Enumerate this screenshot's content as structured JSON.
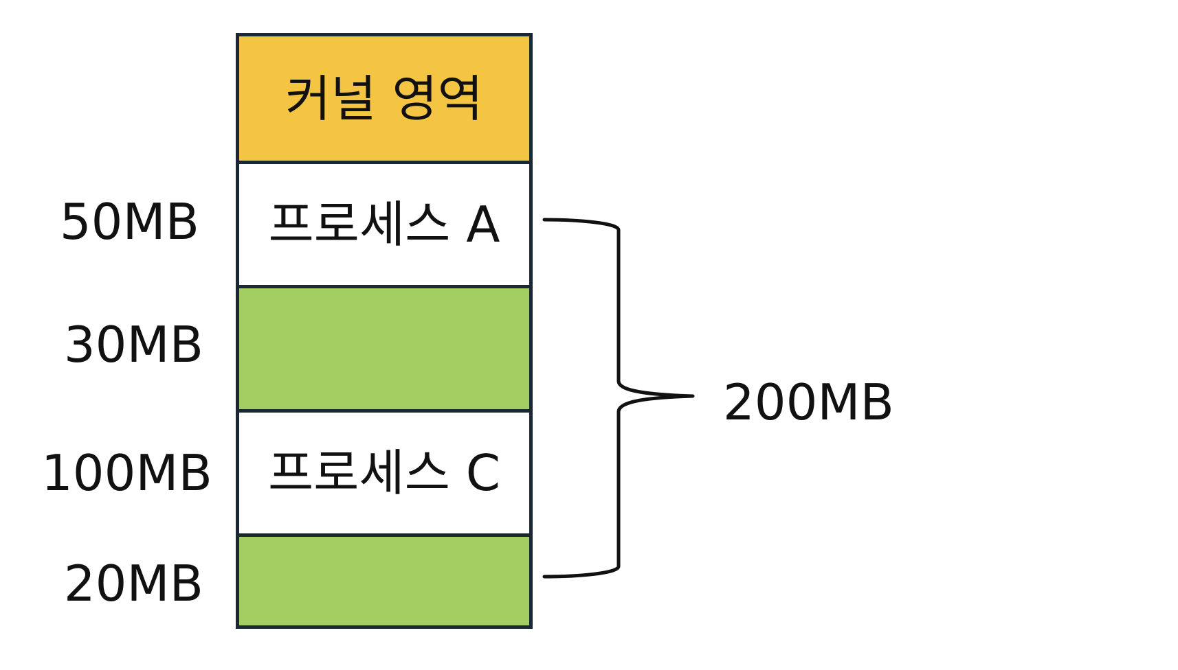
{
  "memory_blocks": [
    {
      "label": "커널 영역",
      "kind": "kernel",
      "color": "#f4c443"
    },
    {
      "label": "프로세스 A",
      "kind": "process",
      "color": "#ffffff"
    },
    {
      "label": "",
      "kind": "free",
      "color": "#a2ce62"
    },
    {
      "label": "프로세스 C",
      "kind": "process",
      "color": "#ffffff"
    },
    {
      "label": "",
      "kind": "free",
      "color": "#a2ce62"
    }
  ],
  "size_labels": [
    "50MB",
    "30MB",
    "100MB",
    "20MB"
  ],
  "total_label": "200MB",
  "colors": {
    "border": "#1b2733",
    "kernel": "#f4c443",
    "free": "#a2ce62",
    "process": "#ffffff"
  }
}
